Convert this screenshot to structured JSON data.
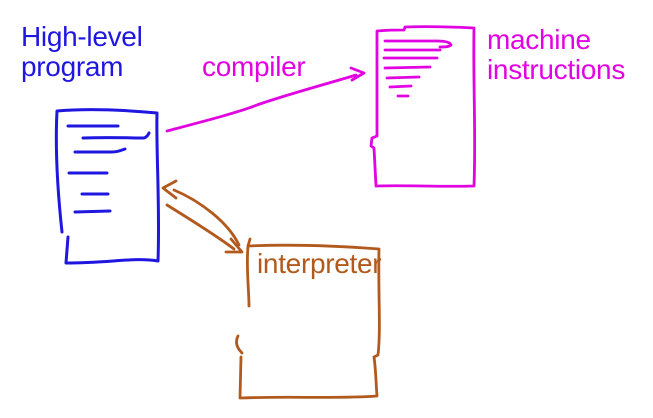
{
  "colors": {
    "background": "#ffffff",
    "blue": "#1f16e0",
    "magenta": "#e203e2",
    "brown": "#b25a1e"
  },
  "labels": {
    "high_level_program": "High-level\nprogram",
    "compiler": "compiler",
    "machine_instructions": "machine\ninstructions",
    "interpreter": "interpreter"
  },
  "diagram": {
    "nodes": [
      {
        "id": "high-level-program",
        "label": "High-level program",
        "shape": "document",
        "color": "#1f16e0"
      },
      {
        "id": "machine-instructions",
        "label": "machine instructions",
        "shape": "document",
        "color": "#e203e2"
      },
      {
        "id": "interpreter",
        "label": "interpreter",
        "shape": "box",
        "color": "#b25a1e"
      }
    ],
    "edges": [
      {
        "from": "high-level-program",
        "to": "machine-instructions",
        "label": "compiler",
        "direction": "one-way",
        "color": "#e203e2"
      },
      {
        "from": "high-level-program",
        "to": "interpreter",
        "label": "",
        "direction": "two-way",
        "color": "#b25a1e"
      }
    ]
  }
}
